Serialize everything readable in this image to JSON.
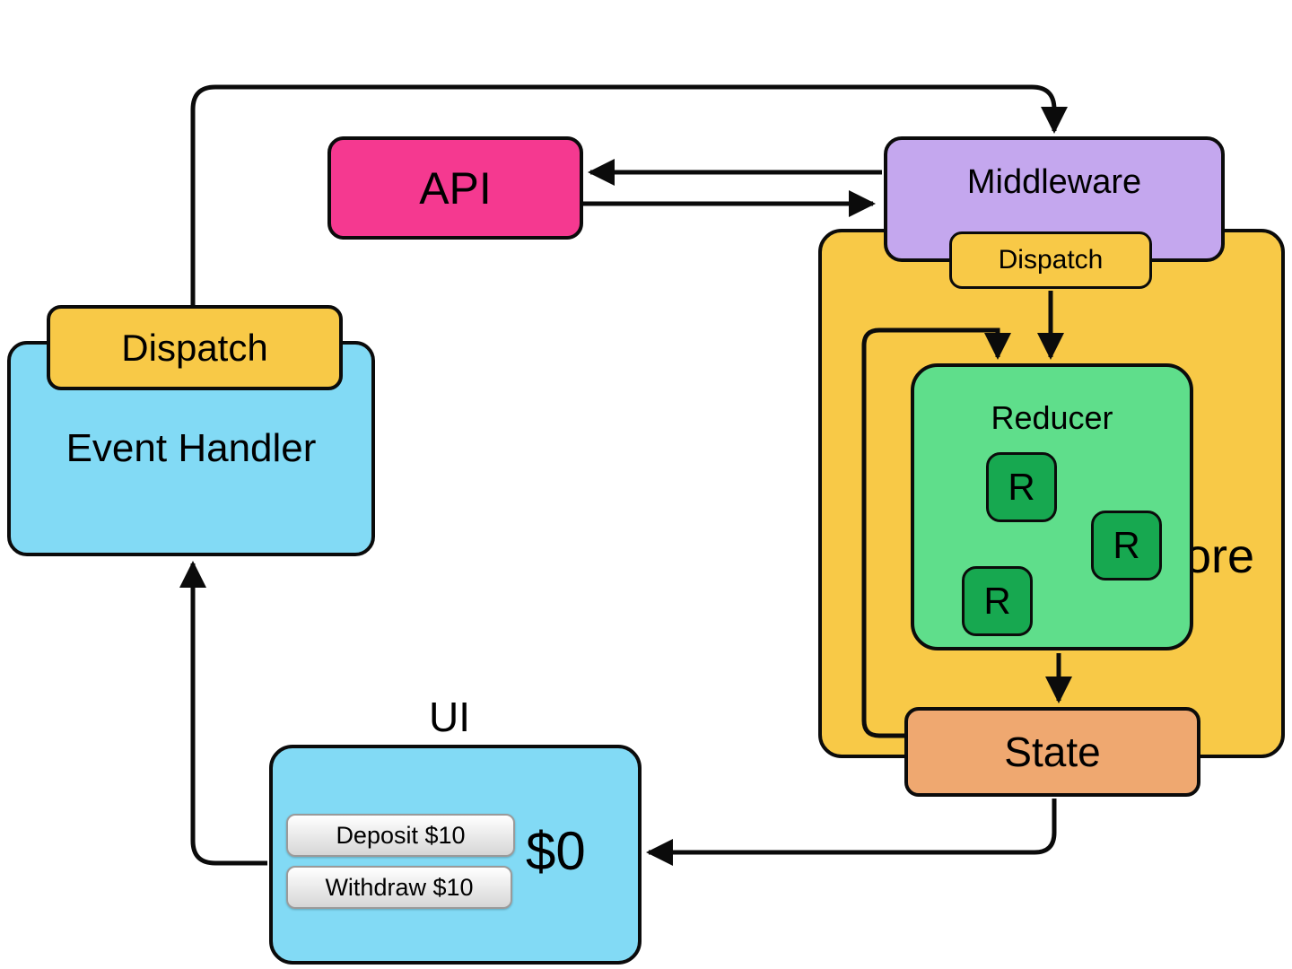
{
  "colors": {
    "api-pink": "#F53990",
    "middleware-purple": "#C4A7EE",
    "store-gold": "#F8C947",
    "reducer-green": "#5FDE8B",
    "r-dark-green": "#17A850",
    "state-orange": "#EFA870",
    "panel-blue": "#82DAF5",
    "line-black": "#0B0B0B"
  },
  "nodes": {
    "api": {
      "label": "API"
    },
    "middleware": {
      "label": "Middleware"
    },
    "store": {
      "label": "Store",
      "dispatch": "Dispatch"
    },
    "reducer": {
      "label": "Reducer",
      "r_items": [
        "R",
        "R",
        "R"
      ]
    },
    "state": {
      "label": "State"
    },
    "event_handler": {
      "label": "Event Handler",
      "dispatch": "Dispatch"
    },
    "ui": {
      "label": "UI",
      "balance": "$0",
      "buttons": {
        "deposit": "Deposit $10",
        "withdraw": "Withdraw $10"
      }
    }
  }
}
